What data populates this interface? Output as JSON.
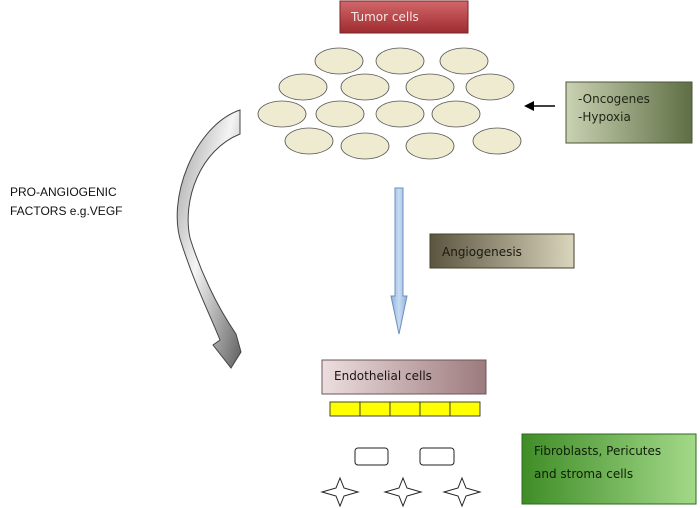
{
  "tumor_box": {
    "label": "Tumor cells"
  },
  "cause_box": {
    "lines": [
      "-Oncogenes",
      "-Hypoxia"
    ]
  },
  "process_box": {
    "label": "Angiogenesis"
  },
  "endothelial_box": {
    "label": "Endothelial cells"
  },
  "stroma_box": {
    "lines": [
      "Fibroblasts, Pericutes",
      "and stroma cells"
    ]
  },
  "side_text": {
    "lines": [
      "PRO-ANGIOGENIC",
      "FACTORS e.g.VEGF"
    ]
  },
  "colors": {
    "tumor": "#b5363a",
    "cell_fill": "#efebd0",
    "cause": "#8f9d70",
    "process": "#8d8566",
    "endothelial": "#c4a4a6",
    "stroma": "#5da83e",
    "down_arrow": "#a9c5e8",
    "curved_arrow": "#a9a9a9",
    "endothelial_bar": "#ffff00"
  }
}
